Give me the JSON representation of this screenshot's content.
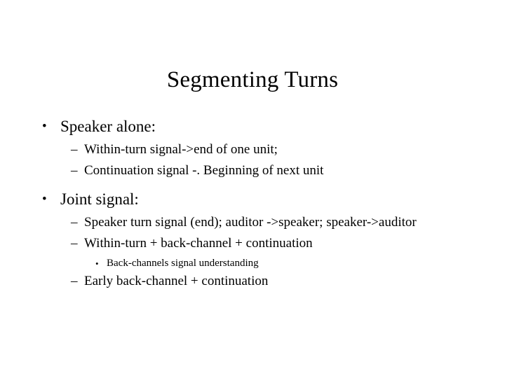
{
  "slide": {
    "title": "Segmenting Turns",
    "background_color": "#ffffff",
    "text_color": "#000000",
    "bullet_markers": {
      "level1": "•",
      "level2": "–",
      "level3": "•"
    },
    "outline": [
      {
        "level": 1,
        "text": "Speaker alone:"
      },
      {
        "level": 2,
        "text": "Within-turn signal->end of one unit;"
      },
      {
        "level": 2,
        "text": "Continuation signal -. Beginning of next unit"
      },
      {
        "level": 1,
        "text": "Joint signal:"
      },
      {
        "level": 2,
        "text": "Speaker turn signal (end); auditor ->speaker; speaker->auditor"
      },
      {
        "level": 2,
        "text": "Within-turn + back-channel + continuation"
      },
      {
        "level": 3,
        "text": "Back-channels signal understanding"
      },
      {
        "level": 2,
        "text": "Early back-channel + continuation"
      }
    ]
  }
}
